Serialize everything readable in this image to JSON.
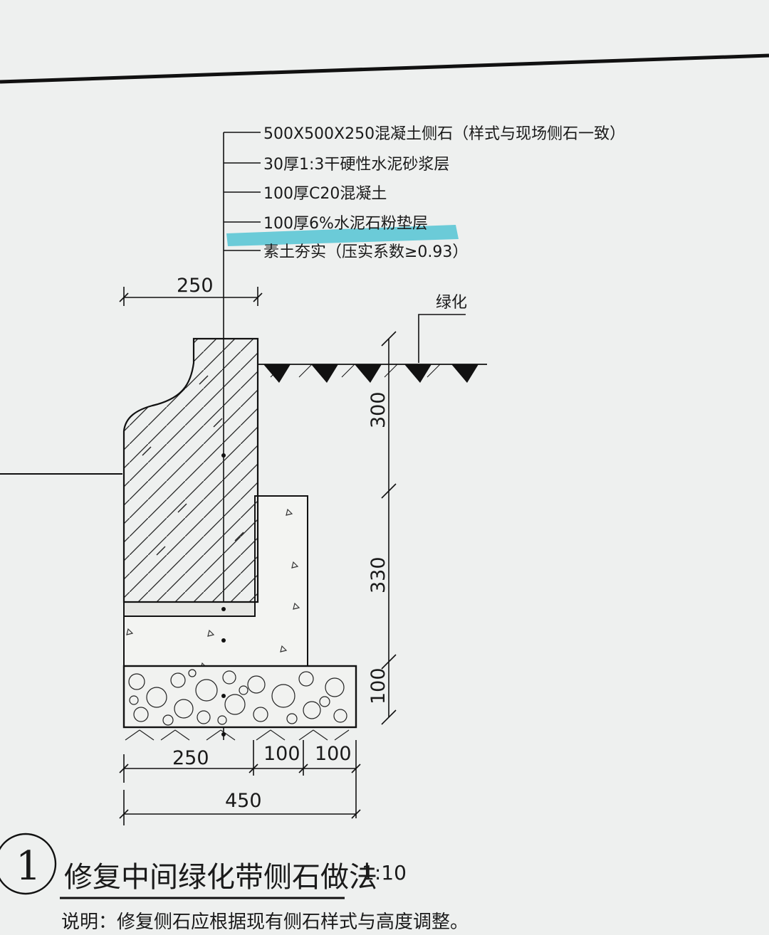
{
  "callouts": [
    "500X500X250混凝土侧石（样式与现场侧石一致）",
    "30厚1:3干硬性水泥砂浆层",
    "100厚C20混凝土",
    "100厚6%水泥石粉垫层",
    "素土夯实（压实系数≥0.93）"
  ],
  "green_label": "绿化",
  "dimensions": {
    "top_width": "250",
    "height_1": "300",
    "height_2": "330",
    "height_3": "100",
    "bottom_1": "250",
    "bottom_2": "100",
    "bottom_3": "100",
    "bottom_total": "450"
  },
  "title": {
    "number": "1",
    "text": "修复中间绿化带侧石做法",
    "scale": "1:10"
  },
  "note": "说明：修复侧石应根据现有侧石样式与高度调整。",
  "colors": {
    "highlight": "#3fbfd0",
    "ink": "#1a1a1a",
    "paper": "#eef0ef"
  }
}
